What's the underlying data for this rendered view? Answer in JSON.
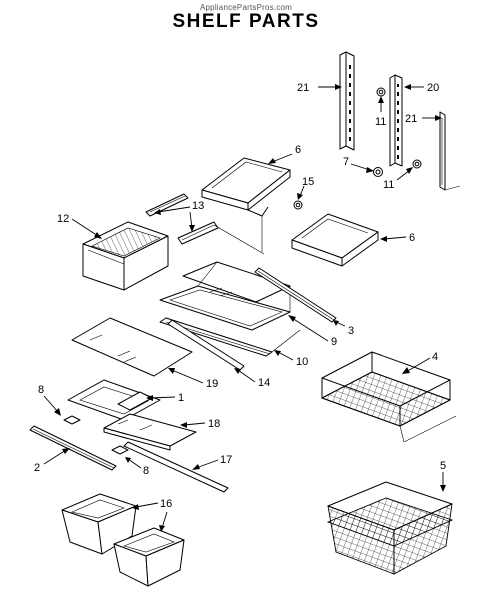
{
  "watermark": "AppliancePartsPros.com",
  "title": "SHELF PARTS",
  "callouts": [
    {
      "id": "c21a",
      "text": "21"
    },
    {
      "id": "c20",
      "text": "20"
    },
    {
      "id": "c11a",
      "text": "11"
    },
    {
      "id": "c21b",
      "text": "21"
    },
    {
      "id": "c6a",
      "text": "6"
    },
    {
      "id": "c7",
      "text": "7"
    },
    {
      "id": "c11b",
      "text": "11"
    },
    {
      "id": "c15",
      "text": "15"
    },
    {
      "id": "c12",
      "text": "12"
    },
    {
      "id": "c13",
      "text": "13"
    },
    {
      "id": "c6b",
      "text": "6"
    },
    {
      "id": "c3",
      "text": "3"
    },
    {
      "id": "c9",
      "text": "9"
    },
    {
      "id": "c10",
      "text": "10"
    },
    {
      "id": "c4",
      "text": "4"
    },
    {
      "id": "c19",
      "text": "19"
    },
    {
      "id": "c14",
      "text": "14"
    },
    {
      "id": "c8a",
      "text": "8"
    },
    {
      "id": "c1",
      "text": "1"
    },
    {
      "id": "c18",
      "text": "18"
    },
    {
      "id": "c2",
      "text": "2"
    },
    {
      "id": "c8b",
      "text": "8"
    },
    {
      "id": "c17",
      "text": "17"
    },
    {
      "id": "c5",
      "text": "5"
    },
    {
      "id": "c16",
      "text": "16"
    }
  ]
}
